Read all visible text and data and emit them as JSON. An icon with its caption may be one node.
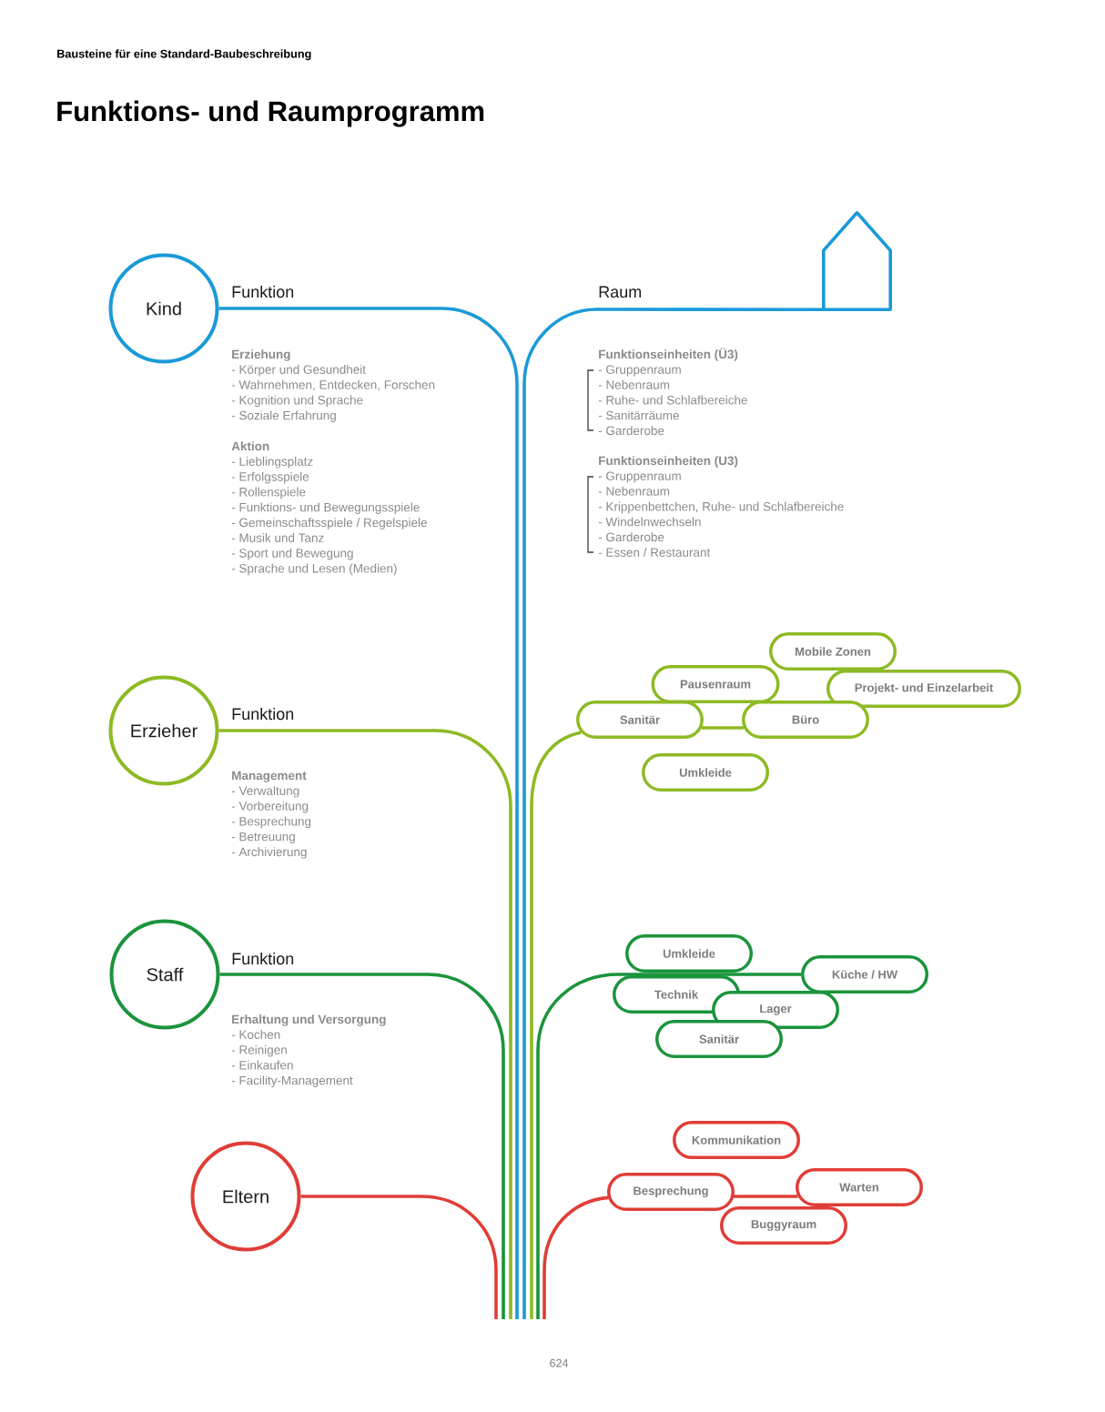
{
  "diagram": {
    "title": "Funktions- und Raumprogramm",
    "nodes": [
      {
        "text": [
          "Kind"
        ]
      },
      {
        "text": [],
        "shape": "house"
      },
      {
        "text": [
          "Erzieher"
        ]
      },
      {
        "text": [
          "Mobile Zonen"
        ]
      },
      {
        "text": [
          "Pausenraum"
        ]
      },
      {
        "text": [
          "Projekt- und Einzelarbeit"
        ]
      },
      {
        "text": [
          "Sanitär"
        ]
      },
      {
        "text": [
          "Büro"
        ]
      },
      {
        "text": [
          "Umkleide"
        ]
      },
      {
        "text": [
          "Staff"
        ]
      },
      {
        "text": [
          "Umkleide"
        ]
      },
      {
        "text": [
          "Küche / HW"
        ]
      },
      {
        "text": [
          "Technik"
        ]
      },
      {
        "text": [
          "Lager"
        ]
      },
      {
        "text": [
          "Sanitär"
        ]
      },
      {
        "text": [
          "Eltern"
        ]
      },
      {
        "text": [
          "Kommunikation"
        ]
      },
      {
        "text": [
          "Besprechung"
        ]
      },
      {
        "text": [
          "Warten"
        ]
      },
      {
        "text": [
          "Buggyraum"
        ]
      }
    ],
    "edges": [
      {
        "from": 0,
        "to": null,
        "arrow": "none",
        "label": "Funktion",
        "color": "#1b9ad7"
      },
      {
        "from": null,
        "to": 1,
        "arrow": "none",
        "label": "Raum",
        "color": "#1b9ad7"
      },
      {
        "from": 2,
        "to": null,
        "arrow": "none",
        "label": "Funktion",
        "color": "#8dba24"
      },
      {
        "from": null,
        "to": 6,
        "arrow": "none",
        "color": "#8dba24"
      },
      {
        "from": 6,
        "to": 7,
        "arrow": "none",
        "color": "#8dba24"
      },
      {
        "from": 9,
        "to": null,
        "arrow": "none",
        "label": "Funktion",
        "color": "#1a943c"
      },
      {
        "from": null,
        "to": 11,
        "arrow": "none",
        "color": "#1a943c"
      },
      {
        "from": 15,
        "to": null,
        "arrow": "none",
        "color": "#e03d37"
      },
      {
        "from": null,
        "to": 17,
        "arrow": "none",
        "color": "#e03d37"
      },
      {
        "from": 17,
        "to": 18,
        "arrow": "none",
        "color": "#e03d37"
      }
    ],
    "labels": [
      "Bausteine für eine Standard-Baubeschreibung",
      "Erziehung",
      "- Körper und Gesundheit",
      "- Wahrnehmen, Entdecken, Forschen",
      "- Kognition und Sprache",
      "- Soziale Erfahrung",
      "Aktion",
      "- Lieblingsplatz",
      "- Erfolgsspiele",
      "- Rollenspiele",
      "- Funktions- und Bewegungsspiele",
      "- Gemeinschaftsspiele / Regelspiele",
      "- Musik und Tanz",
      "- Sport und Bewegung",
      "- Sprache und Lesen (Medien)",
      "Funktionseinheiten (Ü3)",
      "- Gruppenraum",
      "- Nebenraum",
      "- Ruhe- und Schlafbereiche",
      "- Sanitärräume",
      "- Garderobe",
      "Funktionseinheiten (U3)",
      "- Gruppenraum",
      "- Nebenraum",
      "- Krippenbettchen, Ruhe- und Schlafbereiche",
      "- Windelnwechseln",
      "- Garderobe",
      "- Essen / Restaurant",
      "Management",
      "- Verwaltung",
      "- Vorbereitung",
      "- Besprechung",
      "- Betreuung",
      "- Archivierung",
      "Erhaltung und Versorgung",
      "- Kochen",
      "- Reinigen",
      "- Einkaufen",
      "- Facility-Management",
      "624"
    ]
  }
}
